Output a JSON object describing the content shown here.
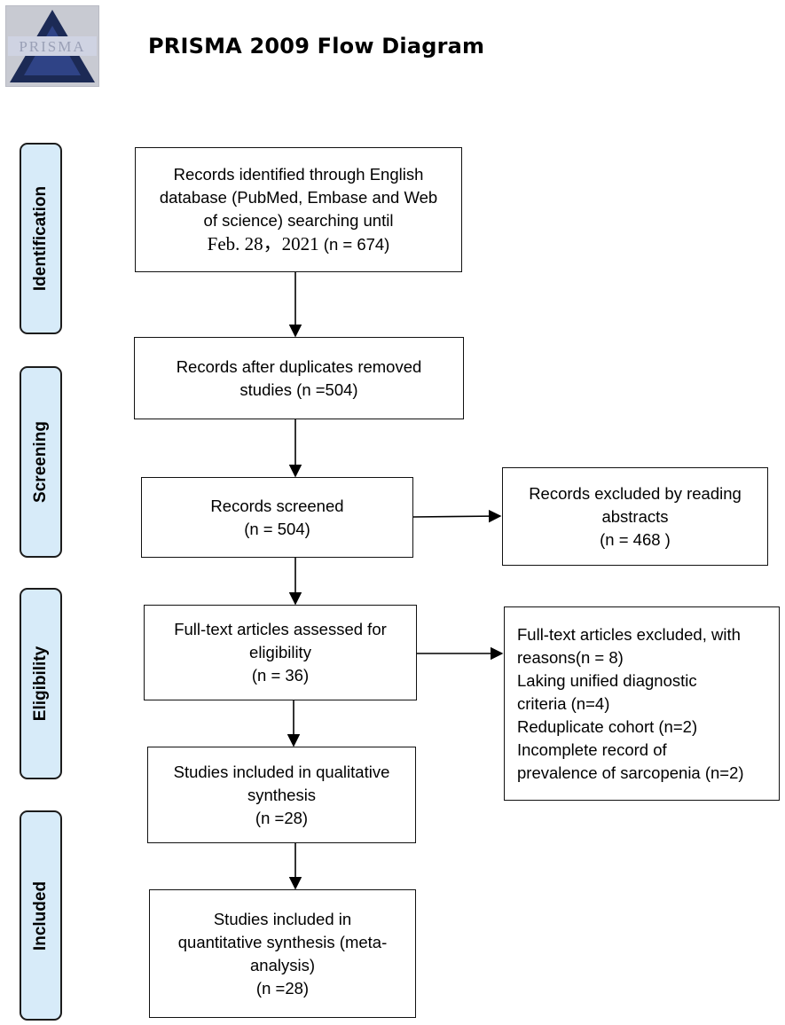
{
  "logo": {
    "text": "PRISMA"
  },
  "title": "PRISMA 2009 Flow Diagram",
  "stages": {
    "identification": "Identification",
    "screening": "Screening",
    "eligibility": "Eligibility",
    "included": "Included"
  },
  "boxes": {
    "identified": {
      "line1": "Records identified through English",
      "line2": "database (PubMed, Embase and Web",
      "line3": "of science) searching  until",
      "date": "Feb. 28，2021",
      "count": "(n = 674)"
    },
    "duplicates_removed": {
      "line1": "Records after duplicates removed",
      "line2": "studies (n =504)"
    },
    "screened": {
      "line1": "Records screened",
      "line2": "(n = 504)"
    },
    "excluded_abstracts": {
      "line1": "Records excluded by reading",
      "line2": "abstracts",
      "line3": "(n = 468 )"
    },
    "fulltext_assessed": {
      "line1": "Full-text articles assessed for",
      "line2": "eligibility",
      "line3": "(n = 36)"
    },
    "fulltext_excluded": {
      "line1": "Full-text articles excluded, with",
      "line2": "reasons(n = 8)",
      "line3": "Laking unified diagnostic",
      "line4": "criteria (n=4)",
      "line5": "Reduplicate  cohort (n=2)",
      "line6": "Incomplete record of",
      "line7": "prevalence of sarcopenia (n=2)"
    },
    "qualitative": {
      "line1": "Studies included in qualitative",
      "line2": "synthesis",
      "line3": "(n =28)"
    },
    "quantitative": {
      "line1": "Studies included in",
      "line2": "quantitative synthesis (meta-",
      "line3": "analysis)",
      "line4": "(n =28)"
    }
  }
}
